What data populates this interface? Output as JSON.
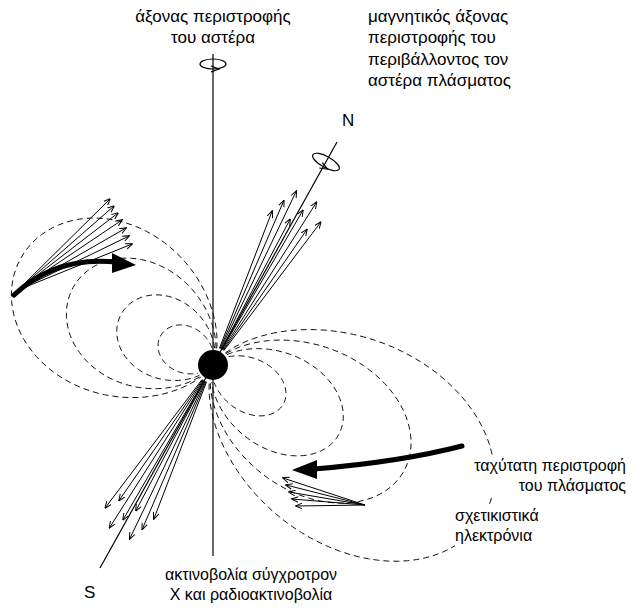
{
  "diagram": {
    "labels": [
      "άξονας περιστροφής του αστέρα",
      "μαγνητικός άξονας περιστροφής του περιβάλλοντος τον αστέρα πλάσματος",
      "N",
      "ταχύτατη περιστροφή του πλάσματος",
      "σχετικιστικά ηλεκτρόνια",
      "S",
      "ακτινοβολία σύγχροτρον X και ραδιοακτινοβολία"
    ]
  }
}
